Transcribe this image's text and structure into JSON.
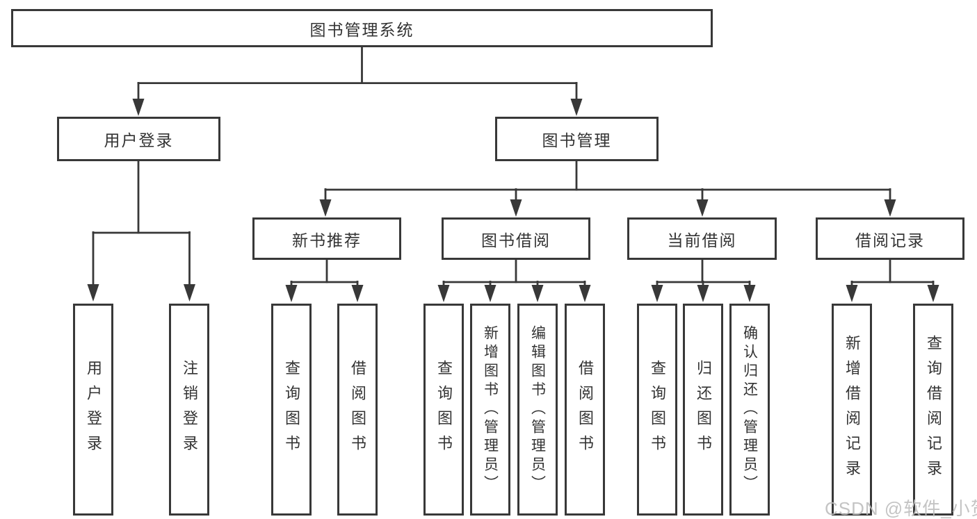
{
  "diagram_title": "图书管理系统",
  "tree": {
    "label": "图书管理系统",
    "children": [
      {
        "label": "用户登录",
        "children": [
          {
            "label": "用户登录"
          },
          {
            "label": "注销登录"
          }
        ]
      },
      {
        "label": "图书管理",
        "children": [
          {
            "label": "新书推荐",
            "children": [
              {
                "label": "查询图书"
              },
              {
                "label": "借阅图书"
              }
            ]
          },
          {
            "label": "图书借阅",
            "children": [
              {
                "label": "查询图书"
              },
              {
                "label": "新增图书（管理员）"
              },
              {
                "label": "编辑图书（管理员）"
              },
              {
                "label": "借阅图书"
              }
            ]
          },
          {
            "label": "当前借阅",
            "children": [
              {
                "label": "查询图书"
              },
              {
                "label": "归还图书"
              },
              {
                "label": "确认归还（管理员）"
              }
            ]
          },
          {
            "label": "借阅记录",
            "children": [
              {
                "label": "新增借阅记录"
              },
              {
                "label": "查询借阅记录"
              }
            ]
          }
        ]
      }
    ]
  },
  "watermark": "CSDN @软件_小贺同学",
  "colors": {
    "line": "#383838",
    "text": "#333333",
    "background": "#ffffff",
    "watermark": "#bcbcbc"
  }
}
